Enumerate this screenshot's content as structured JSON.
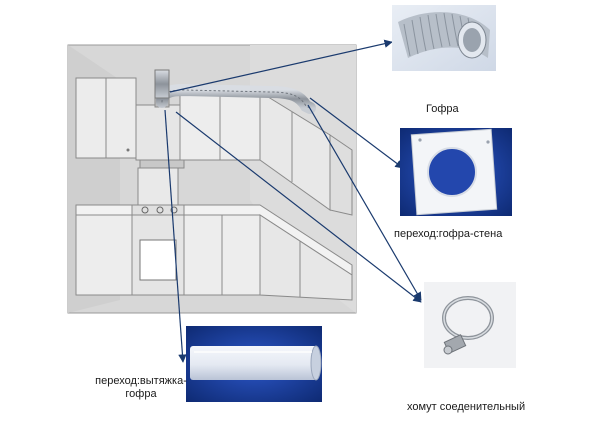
{
  "labels": {
    "gofra": "Гофра",
    "wall_transition": "переход:гофра-стена",
    "clamp": "хомут соеденительный",
    "hood_transition": "переход:вытяжка-гофра"
  },
  "colors": {
    "background": "#ffffff",
    "room_panel": "#d6d6d6",
    "cabinet": "#ececec",
    "outline": "#8a8a8a",
    "arrow": "#1a3a6e",
    "duct": "#8e8e8e",
    "photo_blue": "#1b3f9c"
  },
  "icons": [
    "corrugated-duct-photo",
    "wall-plate-photo",
    "hose-clamp-photo",
    "round-pipe-photo"
  ]
}
